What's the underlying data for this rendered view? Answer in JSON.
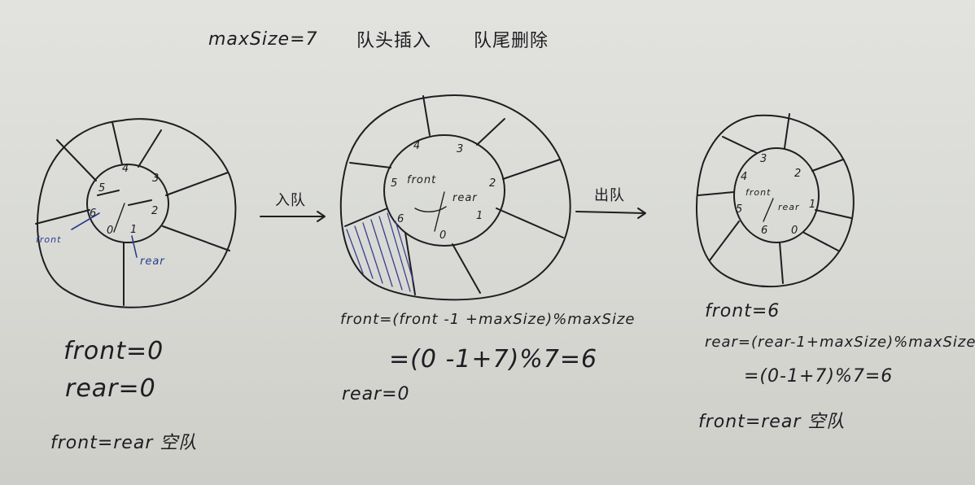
{
  "title": {
    "maxsize": "maxSize=7",
    "insert": "队头插入",
    "delete": "队尾删除"
  },
  "diagram1": {
    "slots": [
      "0",
      "1",
      "2",
      "3",
      "4",
      "5",
      "6"
    ],
    "front_label": "front",
    "rear_label": "rear",
    "lines": [
      "front=0",
      "rear=0",
      "front=rear 空队"
    ]
  },
  "arrow1": {
    "label": "入队"
  },
  "diagram2": {
    "slots": [
      "0",
      "1",
      "2",
      "3",
      "4",
      "5",
      "6"
    ],
    "front_label": "front",
    "rear_label": "rear",
    "lines": [
      "front=(front -1 +maxSize)%maxSize",
      "=(0 -1+7)%7=6",
      "rear=0"
    ]
  },
  "arrow2": {
    "label": "出队"
  },
  "diagram3": {
    "slots": [
      "0",
      "1",
      "2",
      "3",
      "4",
      "5",
      "6"
    ],
    "front_label": "front",
    "rear_label": "rear",
    "lines": [
      "front=6",
      "rear=(rear-1+maxSize)%maxSize",
      "=(0-1+7)%7=6",
      "front=rear 空队"
    ]
  }
}
